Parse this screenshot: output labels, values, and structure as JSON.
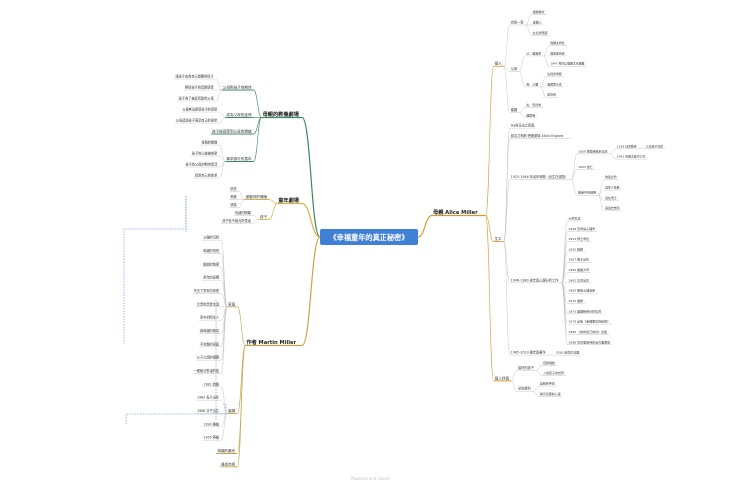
{
  "root": {
    "label": "《幸福童年的真正秘密》"
  },
  "colors": {
    "root": "#3f7fd6",
    "branch_right": "#d79a2f",
    "branch_left_top": "#39895c",
    "branch_left_mid": "#d8b247",
    "branch_left_bottom": "#c4a64a",
    "leaf_line": "#bfbfbf",
    "link": "#3a78d8"
  },
  "right": {
    "label": "母親 Alice Miller",
    "children": [
      {
        "label": "個人",
        "children": [
          {
            "label": "自我一家",
            "children": [
              {
                "label": "祖籍猶太"
              },
              {
                "label": "波蘭人"
              },
              {
                "label": "女兒伊蕾夢"
              }
            ]
          },
          {
            "label": "父母",
            "children": [
              {
                "label": "父：離異東",
                "children": [
                  {
                    "label": "與猶太商社"
                  },
                  {
                    "label": "遭逢挫折者"
                  },
                  {
                    "label": "1947 死於這個猶太化困難"
                  }
                ]
              },
              {
                "label": "母：沙寶",
                "children": [
                  {
                    "label": "生疏的母親"
                  },
                  {
                    "label": "嚴厲而冷漠"
                  },
                  {
                    "label": "處罰者"
                  }
                ]
              }
            ]
          },
          {
            "label": "婚姻",
            "children": [
              {
                "label": "夫：安德魯"
              },
              {
                "label": "離婚者"
              }
            ]
          }
        ]
      },
      {
        "label": "生平",
        "children": [
          {
            "label": "Ha為日出之家庭"
          },
          {
            "label": "原名艾莉斯·恩格萊特 Alicia Englard"
          },
          {
            "label": "1923–1946 年幼年時期（出生在波蘭）",
            "children": [
              {
                "label": "1930 兩個弟妹的出生",
                "children": [
                  {
                    "label": "1939 社會戰爭",
                    "children": [
                      {
                        "label": "三位孩子在家"
                      }
                    ]
                  },
                  {
                    "label": "1941 在猶太區中工作"
                  }
                ]
              },
              {
                "label": "1943 逃亡"
              },
              {
                "label": "戰爭中的經歷",
                "children": [
                  {
                    "label": "偽造身份"
                  },
                  {
                    "label": "與家人失散"
                  },
                  {
                    "label": "逃往瑞士"
                  },
                  {
                    "label": "與過去告別"
                  }
                ]
              }
            ]
          },
          {
            "label": "1946–1980 成年與心理分析工作",
            "children": [
              {
                "label": "大學生涯"
              },
              {
                "label": "1949 哲學與心理學"
              },
              {
                "label": "1953 博士學位"
              },
              {
                "label": "1955 結婚"
              },
              {
                "label": "1957 長子出生"
              },
              {
                "label": "1960 離開大學"
              },
              {
                "label": "1962 女兒出生"
              },
              {
                "label": "1965 開始心理治療"
              },
              {
                "label": "1970 離婚"
              },
              {
                "label": "1973 離開精神分析協會"
              },
              {
                "label": "1979 出版《幸福童年的秘密》"
              },
              {
                "label": "1980 《為你自己的好》出版"
              },
              {
                "label": "1988 在兒童虐待防治方面著述"
              }
            ]
          },
          {
            "label": "1985–2010 晚年與著作",
            "children": [
              {
                "label": "2010 逝世於法國"
              }
            ]
          }
        ]
      },
      {
        "label": "個人評價",
        "children": [
          {
            "label": "最好的孩子",
            "children": [
              {
                "label": "自我犧牲"
              },
              {
                "label": "入侵孩子的世界"
              }
            ]
          },
          {
            "label": "兒童權利",
            "children": [
              {
                "label": "自我的呼喚"
              },
              {
                "label": "揭示兒童的心靈"
              }
            ]
          }
        ]
      }
    ]
  },
  "left_top": {
    "label": "母親的教養劇場",
    "children": [
      {
        "label": "父母對孩子的期待",
        "children": [
          {
            "label": "讓孩子成為自己想要的樣子"
          },
          {
            "label": "壓抑孩子的真實感受"
          },
          {
            "label": "孩子為了被愛而取悅父母"
          }
        ]
      },
      {
        "label": "成為父母的延伸",
        "children": [
          {
            "label": "父母無法接受孩子的感受"
          },
          {
            "label": "父母透過孩子滿足自己的需求"
          }
        ]
      },
      {
        "label": "孩子能感受到父母的情緒"
      },
      {
        "label": "尋求認可的童年",
        "children": [
          {
            "label": "母親的驕傲"
          },
          {
            "label": "孩子的心靈被綁架"
          },
          {
            "label": "孩子為父母的期待而活"
          },
          {
            "label": "找到自己的需求"
          }
        ]
      }
    ]
  },
  "left_mid": {
    "label": "童年劇場",
    "children": [
      {
        "label": "被壓抑的情緒",
        "children": [
          {
            "label": "憤怒"
          },
          {
            "label": "恐懼"
          },
          {
            "label": "悲傷"
          }
        ]
      },
      {
        "label": "孩子",
        "children": [
          {
            "label": "情緒的隔離"
          },
          {
            "label": "孩子從不被允許表達"
          }
        ]
      }
    ]
  },
  "left_bottom": {
    "label": "作者 Martin Miller",
    "children": [
      {
        "label": "家庭",
        "children": [
          {
            "label": "父親的沉默"
          },
          {
            "label": "母親的憤怒"
          },
          {
            "label": "姐姐的缺席"
          },
          {
            "label": "童年的孤獨"
          },
          {
            "label": "失去了童年的感受"
          },
          {
            "label": "大學的學習生涯"
          },
          {
            "label": "家中的陌生人"
          },
          {
            "label": "與母親的衝突"
          },
          {
            "label": "不完整的家庭"
          },
          {
            "label": "父子之間的隔閡"
          },
          {
            "label": "一種無法表達的愛"
          }
        ]
      },
      {
        "label": "婚姻",
        "children": [
          {
            "label": "1981 結婚"
          },
          {
            "label": "1983 長子出生"
          },
          {
            "label": "1986 次子出生"
          },
          {
            "label": "1990 離婚"
          },
          {
            "label": "1995 再婚"
          }
        ]
      },
      {
        "label": "母親的離世"
      },
      {
        "label": "尋找自我"
      }
    ]
  },
  "footer": "Powered and saved"
}
